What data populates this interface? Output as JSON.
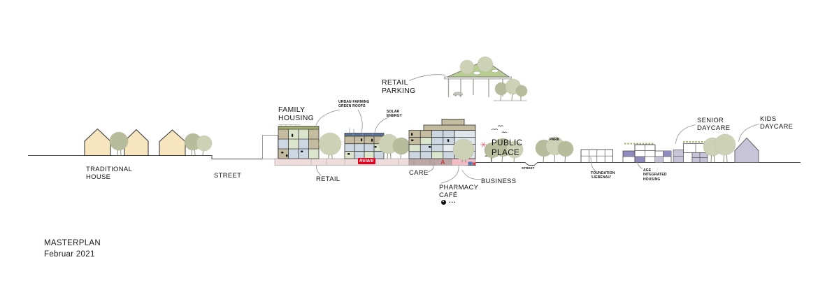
{
  "title_block": {
    "title": "MASTERPLAN",
    "date": "Februar 2021"
  },
  "annotations": {
    "traditional_house": "TRADITIONAL\nHOUSE",
    "street": "STREET",
    "family_housing": "FAMILY\nHOUSING",
    "urban_farming": "URBAN FARMING\nGREEN ROOFS",
    "solar_energy": "SOLAR\nENERGY",
    "retail_parking": "RETAIL\nPARKING",
    "retail": "RETAIL",
    "care": "CARE",
    "pharmacy_cafe": "PHARMACY\nCAFÉ",
    "cafe_more": "...",
    "business": "BUSINESS",
    "public_place": "PUBLIC\nPLACE",
    "park": "PARK",
    "street_underpass": "STREET",
    "foundation": "FOUNDATION\n'LIEBENAU'",
    "age_integrated_housing": "AGE\nINTEGRATED\nHOUSING",
    "senior_daycare": "SENIOR\nDAYCARE",
    "kids_daycare": "KIDS\nDAYCARE"
  },
  "signs": {
    "rewe": "REWE",
    "pharmacy_symbol": "A"
  },
  "colors": {
    "rewe_red": "#e3001b",
    "pharmacy_red": "#c24040",
    "house_fill": "#f7e5bd",
    "green_roof": "#a2b170",
    "parking_roof_green": "#b8cd92",
    "solar_roof": "#5d7598",
    "retail_band": "#eddcdb",
    "care_band": "#bda6a6",
    "business_band": "#f2bdc5",
    "purple_accent": "#918abf",
    "lavender": "#c7c3d8",
    "tree_green": "#b6bc9c",
    "public_place_icon_pink": "#e79fae"
  }
}
